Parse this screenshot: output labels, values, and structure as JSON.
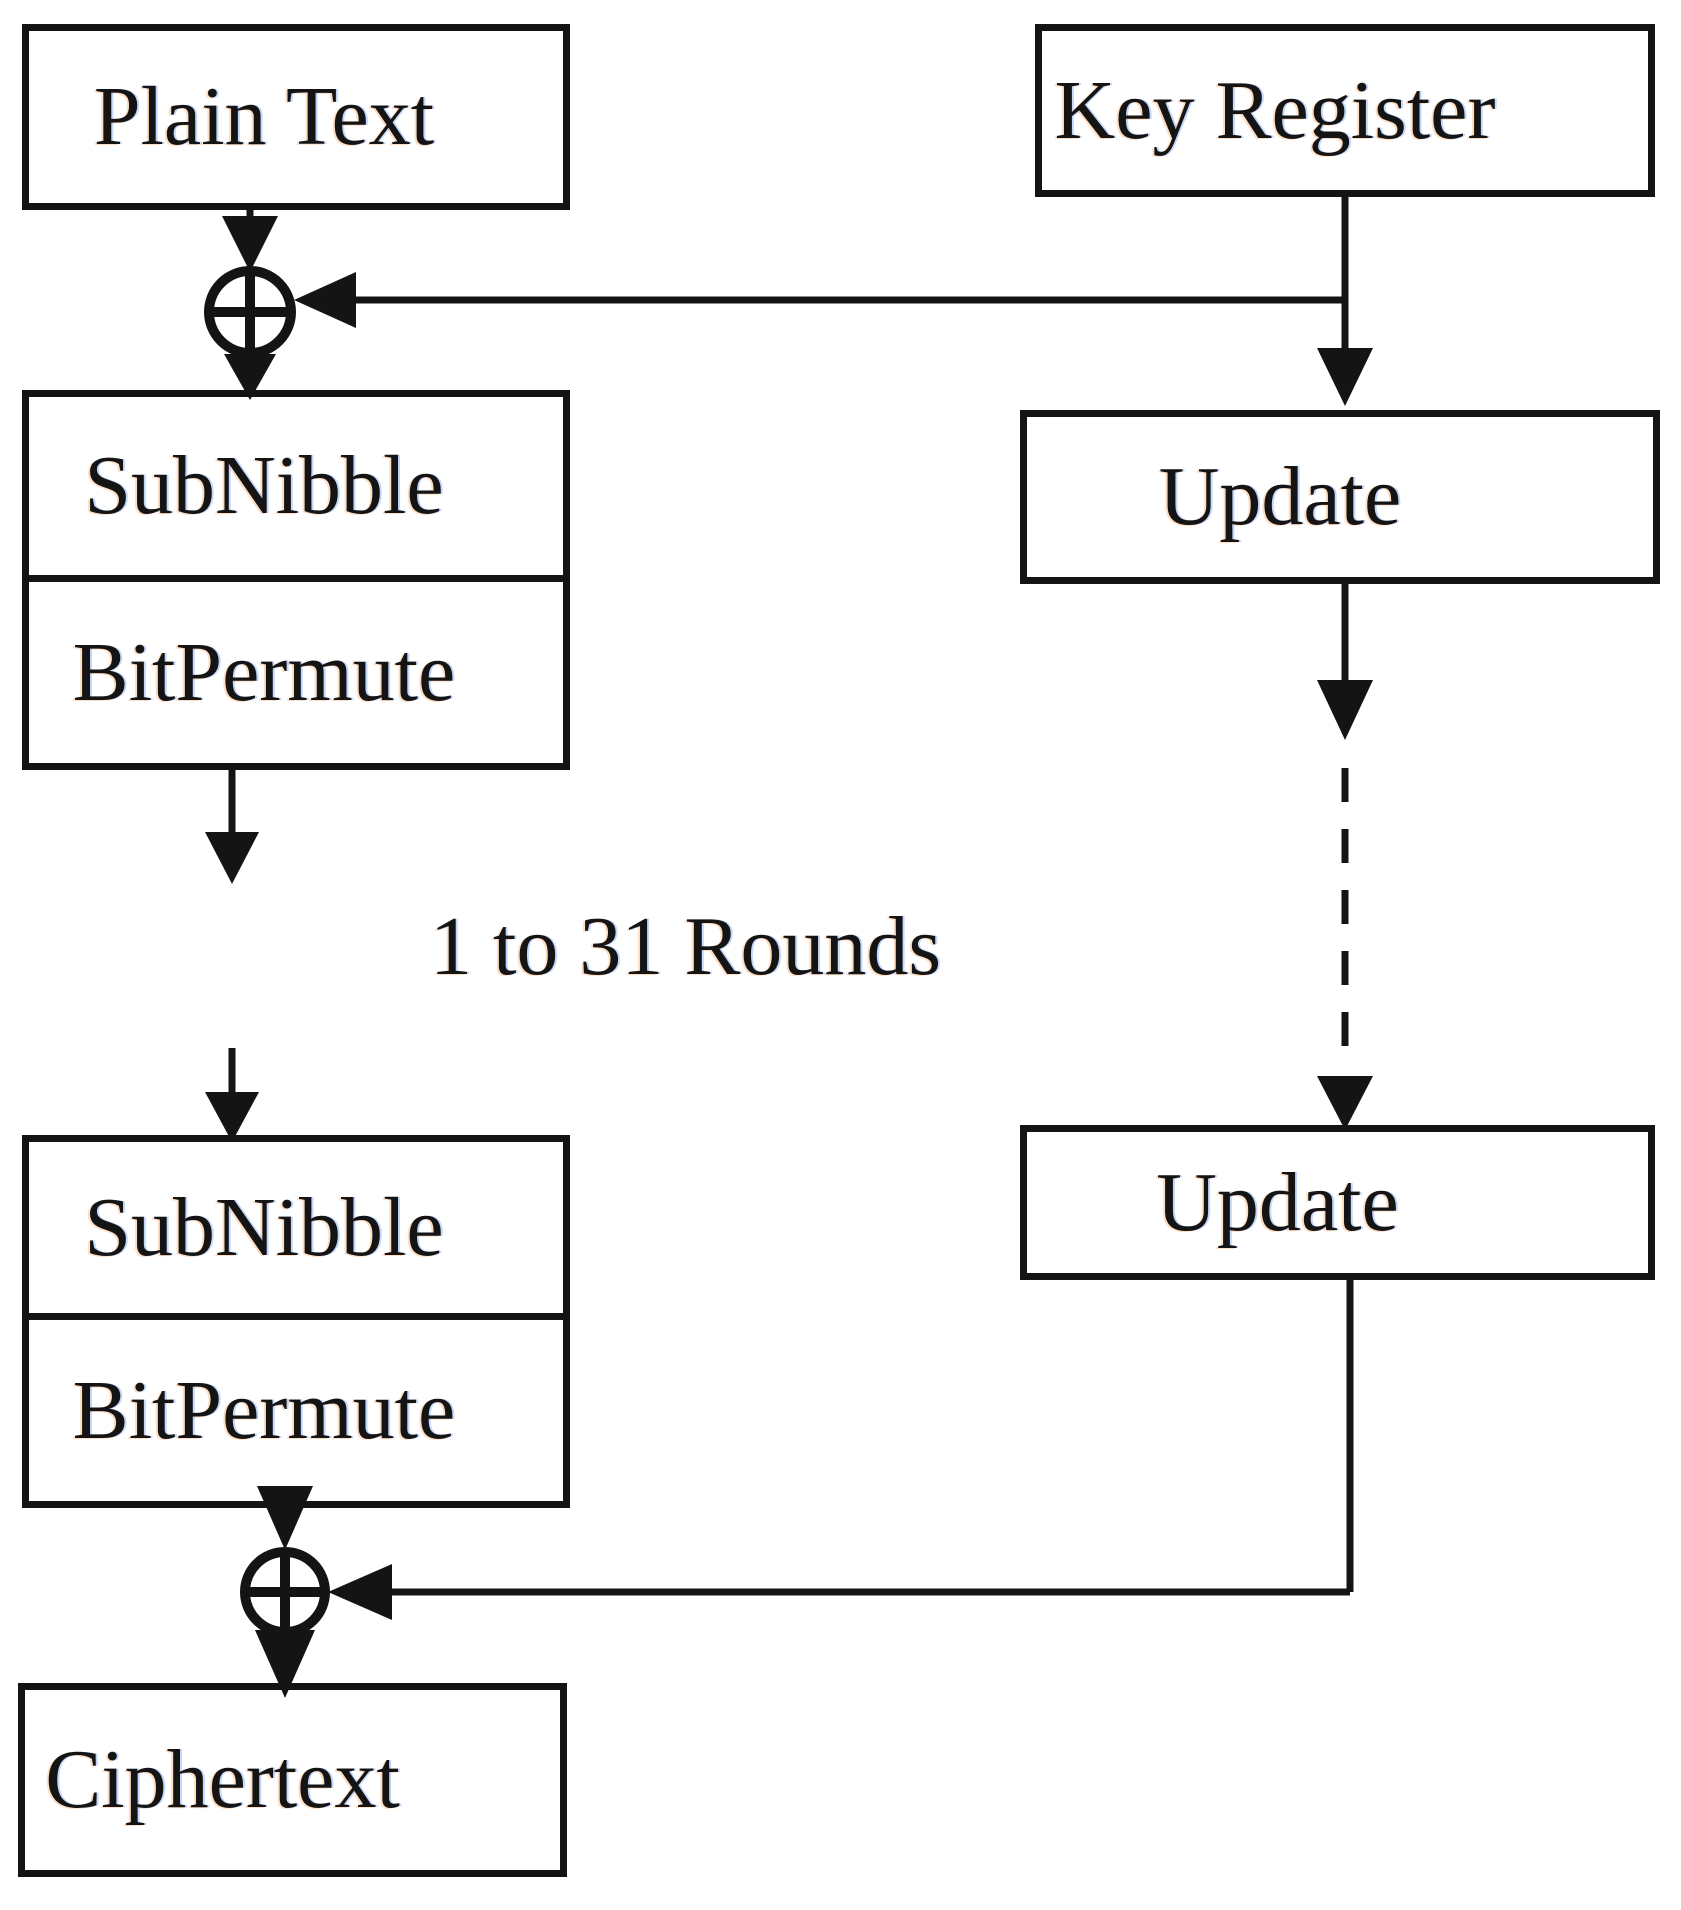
{
  "diagram": {
    "left_column": {
      "plain_text_label": "Plain Text",
      "round_block_1": {
        "subnibble_label": "SubNibble",
        "bitpermute_label": "BitPermute"
      },
      "rounds_annotation": "1 to 31 Rounds",
      "round_block_2": {
        "subnibble_label": "SubNibble",
        "bitpermute_label": "BitPermute"
      },
      "ciphertext_label": "Ciphertext"
    },
    "right_column": {
      "key_register_label": "Key Register",
      "update_1_label": "Update",
      "update_2_label": "Update"
    },
    "icons": {
      "xor_symbol": "⊕"
    },
    "colors": {
      "ink": "#141414",
      "background": "#ffffff"
    }
  }
}
